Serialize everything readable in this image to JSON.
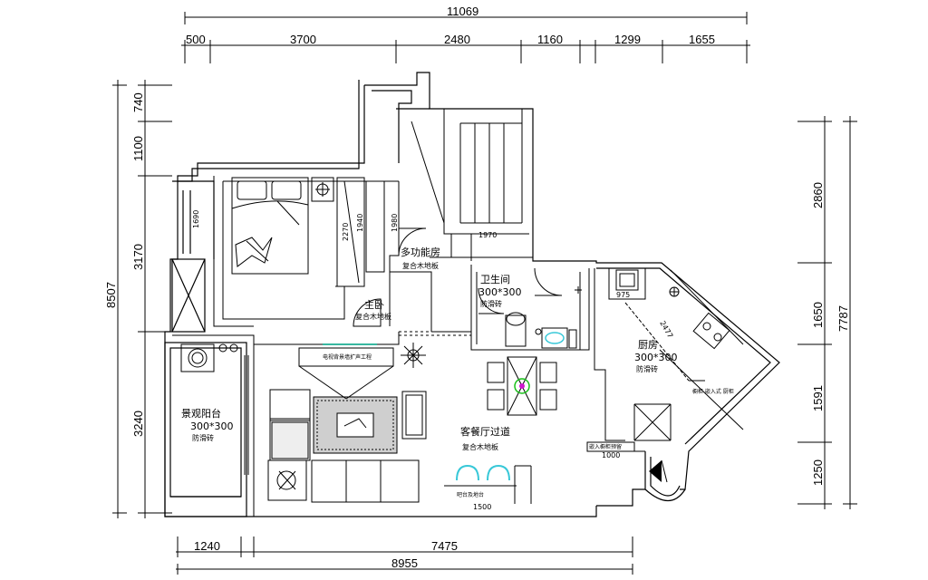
{
  "dimensions": {
    "top_total": "11069",
    "top_segments": [
      "500",
      "3700",
      "2480",
      "1160",
      "1299",
      "1655"
    ],
    "bottom_segments": [
      "1240",
      "7475"
    ],
    "bottom_total": "8955",
    "left_total": "8507",
    "left_segments": [
      "740",
      "1100",
      "3170",
      "3240"
    ],
    "right_total": "7787",
    "right_segments": [
      "2860",
      "1650",
      "1591",
      "1250"
    ]
  },
  "rooms": {
    "master_bedroom": {
      "name": "主卧",
      "floor": "复合木地板"
    },
    "multi_room": {
      "name": "多功能房",
      "floor": "复合木地板"
    },
    "bathroom": {
      "name": "卫生间",
      "tile": "300*300",
      "note": "防滑砖"
    },
    "kitchen": {
      "name": "厨房",
      "tile": "300*300",
      "note": "防滑砖"
    },
    "balcony": {
      "name": "景观阳台",
      "tile": "300*300",
      "note": "防滑砖"
    },
    "living": {
      "name": "客餐厅过道",
      "floor": "复合木地板"
    }
  },
  "interior_dims": {
    "d1690": "1690",
    "d2270": "2270",
    "d1940": "1940",
    "d1980": "1980",
    "d1970": "1970",
    "d975": "975",
    "d2477": "2477",
    "d1000": "1000",
    "d1500": "1500"
  },
  "notes": {
    "tv_wall": "电视背景墙扩声工程",
    "kitchen_note": "橱柜 嵌入式 厨柜",
    "cabinet_note": "嵌入橱柜预留",
    "bench_note": "吧台及地台"
  }
}
